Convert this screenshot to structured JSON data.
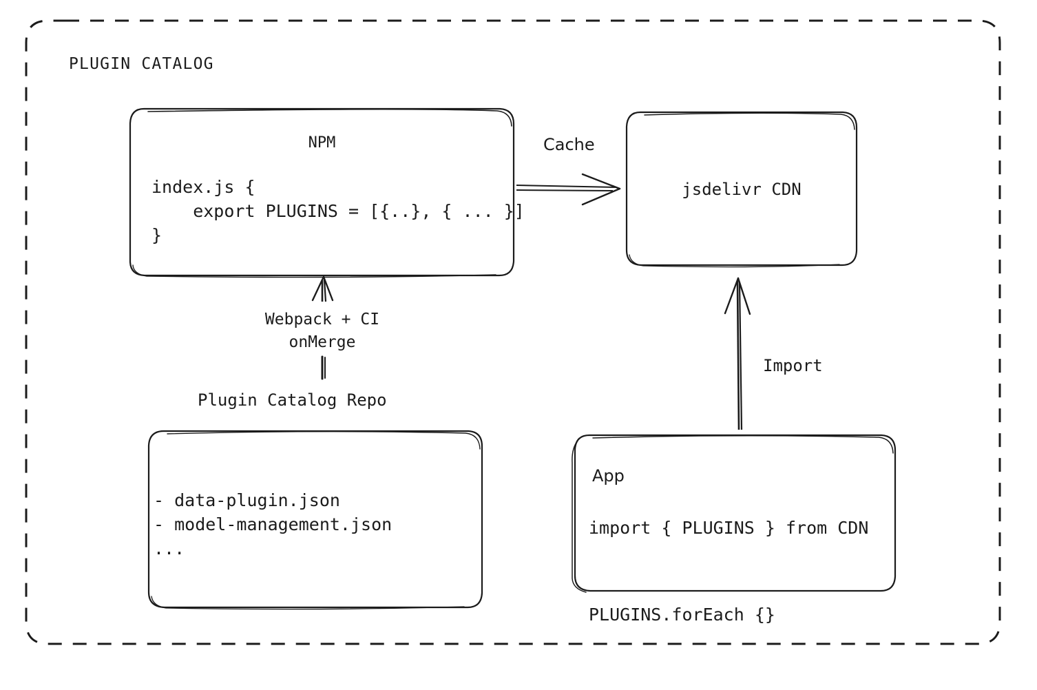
{
  "diagram": {
    "title": "PLUGIN CATALOG",
    "background_color": "#ffffff",
    "stroke_color": "#1b1b1b"
  },
  "nodes": {
    "npm": {
      "title": "NPM",
      "code": "index.js {\n    export PLUGINS = [{..}, { ... }]\n}"
    },
    "cdn": {
      "title": "jsdelivr CDN"
    },
    "repo": {
      "label": "Plugin Catalog Repo",
      "code": "- data-plugin.json\n- model-management.json\n..."
    },
    "app": {
      "title": "App",
      "code": "import { PLUGINS } from CDN\n\nPLUGINS.forEach {}"
    }
  },
  "edges": {
    "cache": {
      "label": "Cache",
      "from": "npm",
      "to": "cdn",
      "direction": "right"
    },
    "build": {
      "label": "Webpack + CI\nonMerge",
      "from": "repo",
      "to": "npm",
      "direction": "up"
    },
    "import": {
      "label": "Import",
      "from": "app",
      "to": "cdn",
      "direction": "up"
    }
  }
}
